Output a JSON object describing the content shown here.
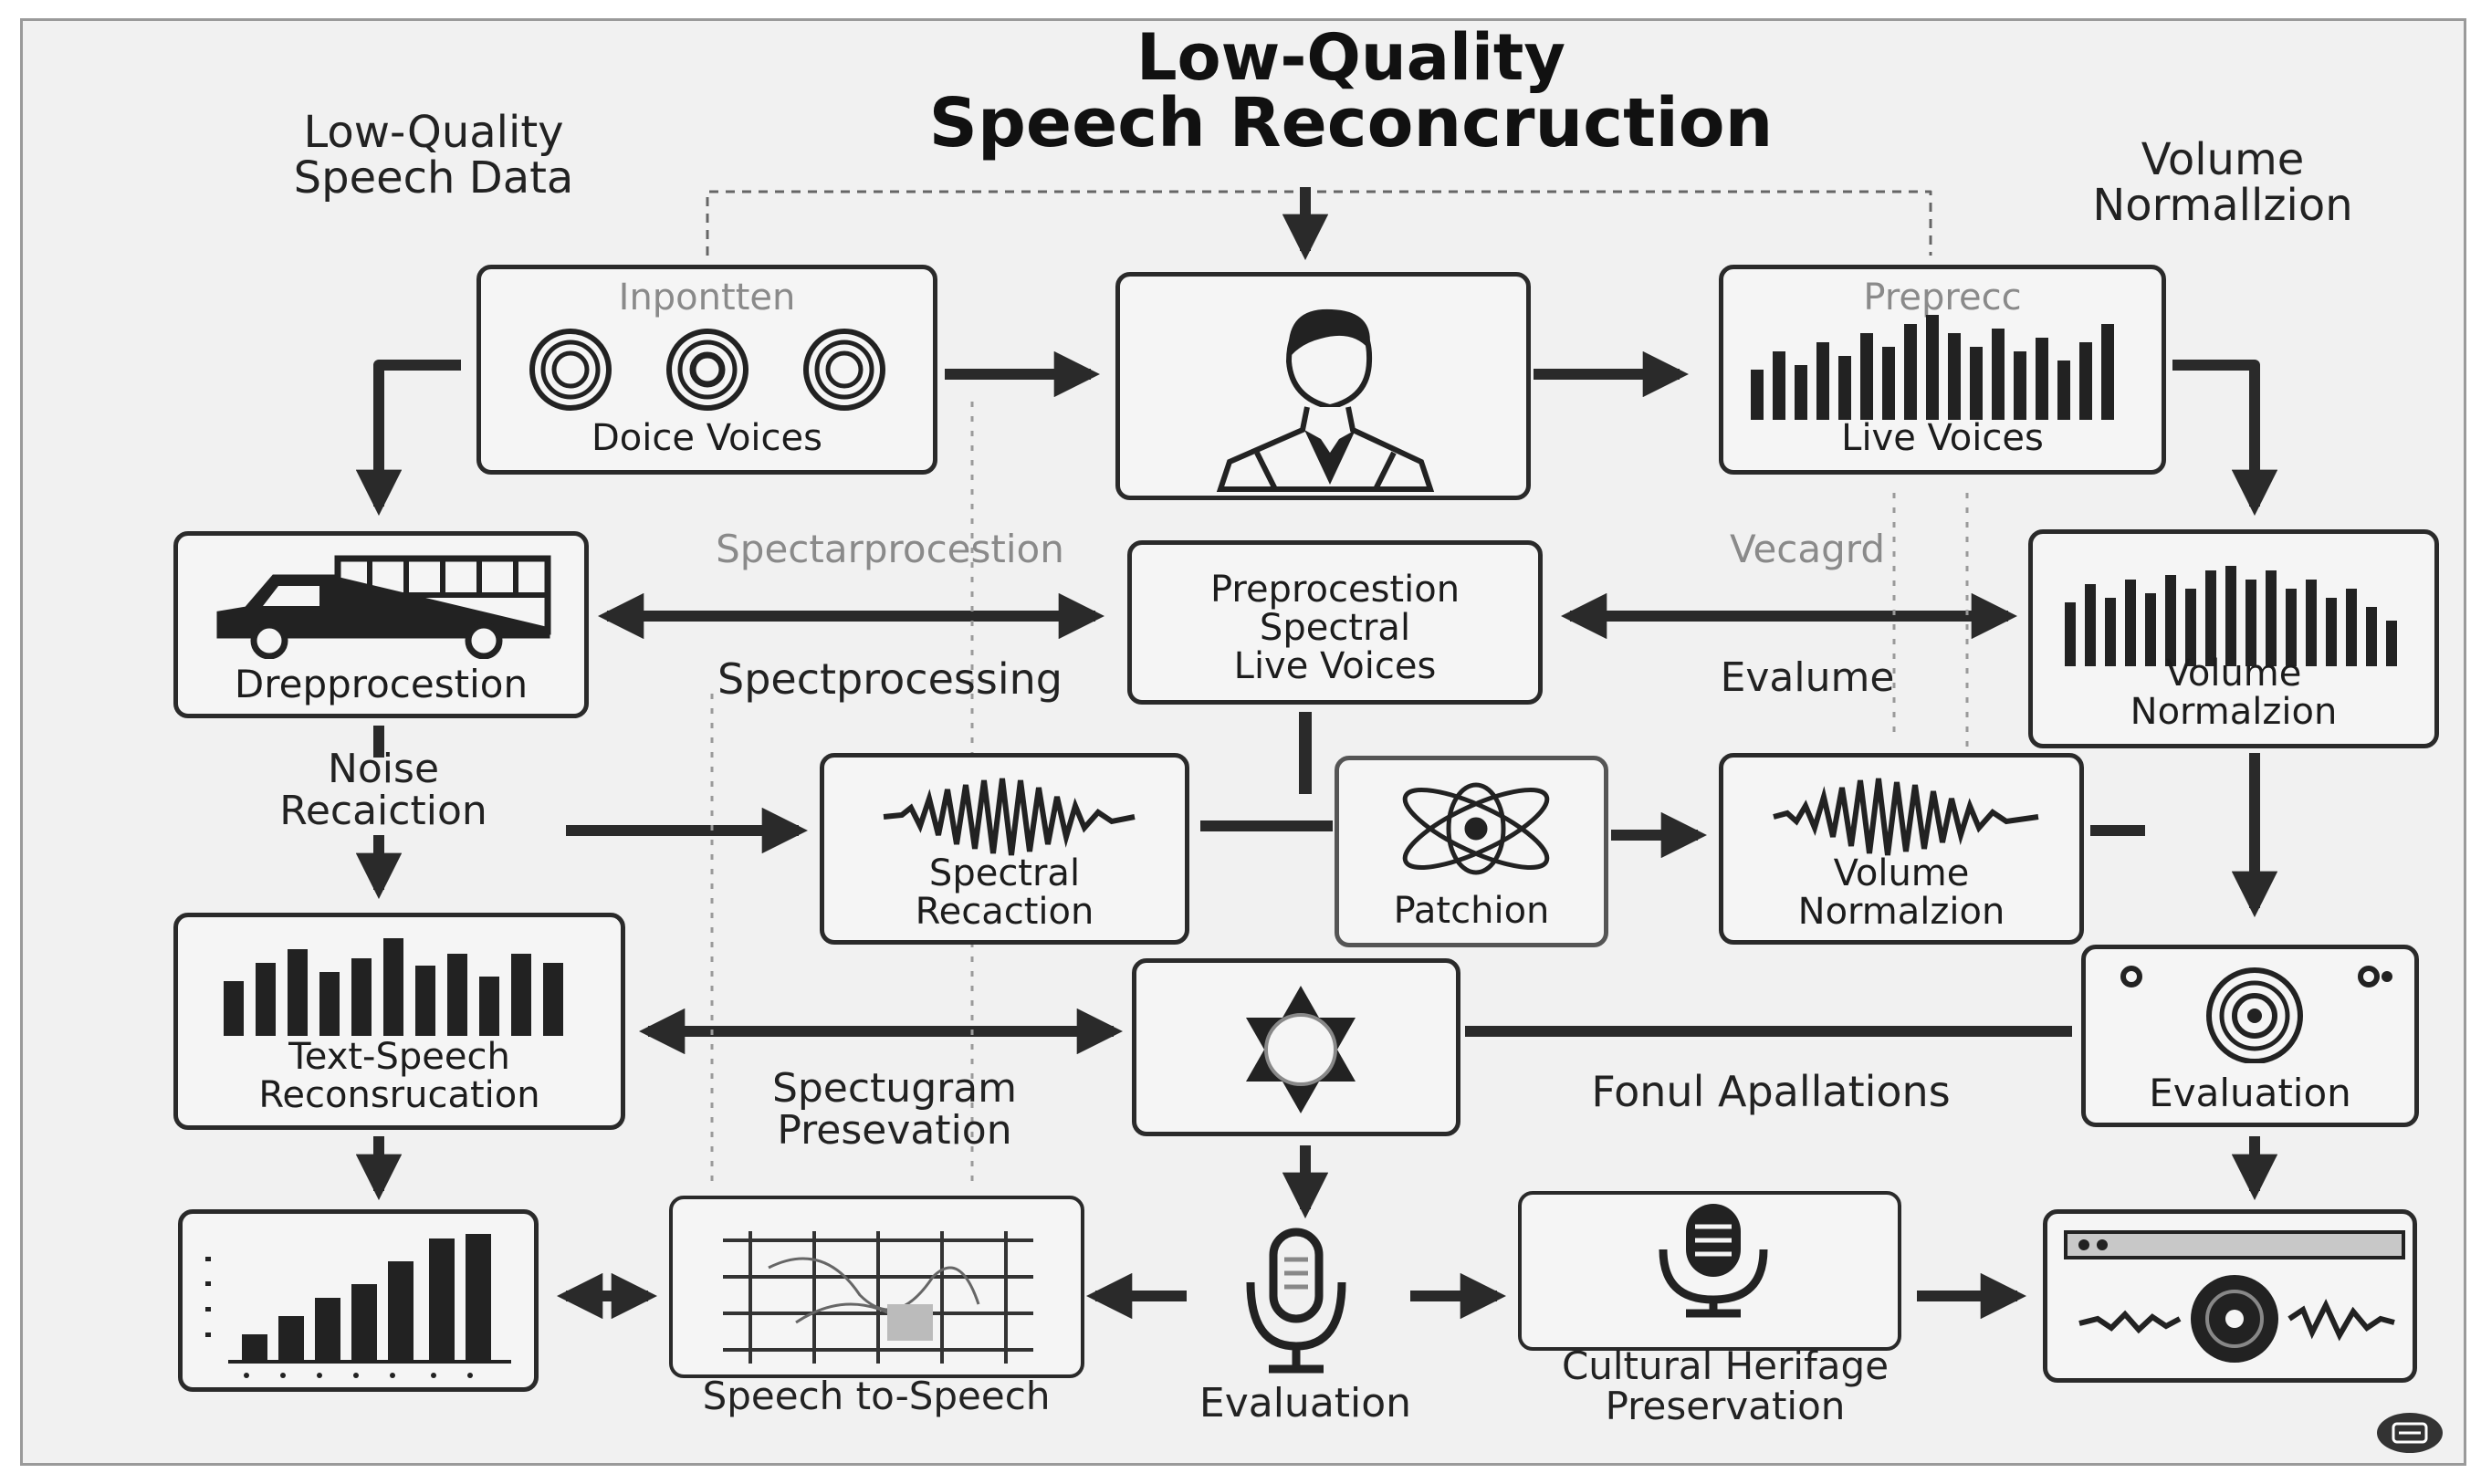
{
  "title": {
    "line1": "Low-Quality",
    "line2": "Speech Reconcruction"
  },
  "labels": {
    "low_quality_data": "Low-Quality\nSpeech Data",
    "volume_normalization_top": "Volume\nNormallzion",
    "spectarprocestion": "Spectarprocestion",
    "spectprocessing": "Spectprocessing",
    "vecagrd": "Vecagrd",
    "evalume": "Evalume",
    "noise_reduction": "Noise\nRecaiction",
    "spectugram": "Spectugram\nPresevation",
    "fonul_apallations": "Fonul Apallations"
  },
  "boxes": {
    "input_voices": {
      "header": "Inpontten",
      "label": "Doice Voices"
    },
    "person": {
      "label": ""
    },
    "live_voices_top": {
      "header": "Preprecc",
      "label": "Live Voices"
    },
    "truck": {
      "label": "Drepprocestion"
    },
    "preprocestion": {
      "label": "Preprocestion\nSpectral\nLive Voices"
    },
    "volume_norm_right": {
      "label": "Volume\nNormalzion"
    },
    "spectral_reaction": {
      "label": "Spectral\nRecaction"
    },
    "patchion": {
      "label": "Patchion"
    },
    "volume_norm_mid": {
      "label": "Volume\nNormalzion"
    },
    "text_speech": {
      "label": "Text-Speech\nReconsrucation"
    },
    "center_star": {
      "label": ""
    },
    "evaluation_right": {
      "label": "Evaluation"
    },
    "bar_chart": {
      "label": ""
    },
    "speech_to_speech": {
      "label": "Speech to-Speech"
    },
    "evaluation_mic": {
      "label": "Evaluation"
    },
    "cultural": {
      "label": "Cultural Herifage\nPreservation"
    },
    "player": {
      "label": ""
    }
  },
  "colors": {
    "stroke": "#2a2a2a",
    "background": "#f1f1f1",
    "faint_text": "#8a8a8a"
  },
  "icons": [
    "speaker-icon",
    "person-icon",
    "waveform-bars-icon",
    "truck-icon",
    "sound-wave-icon",
    "atom-icon",
    "star-of-david-icon",
    "camera-lens-icon",
    "bar-chart-icon",
    "scribble-grid-icon",
    "microphone-icon",
    "media-player-icon",
    "corner-badge-icon"
  ]
}
